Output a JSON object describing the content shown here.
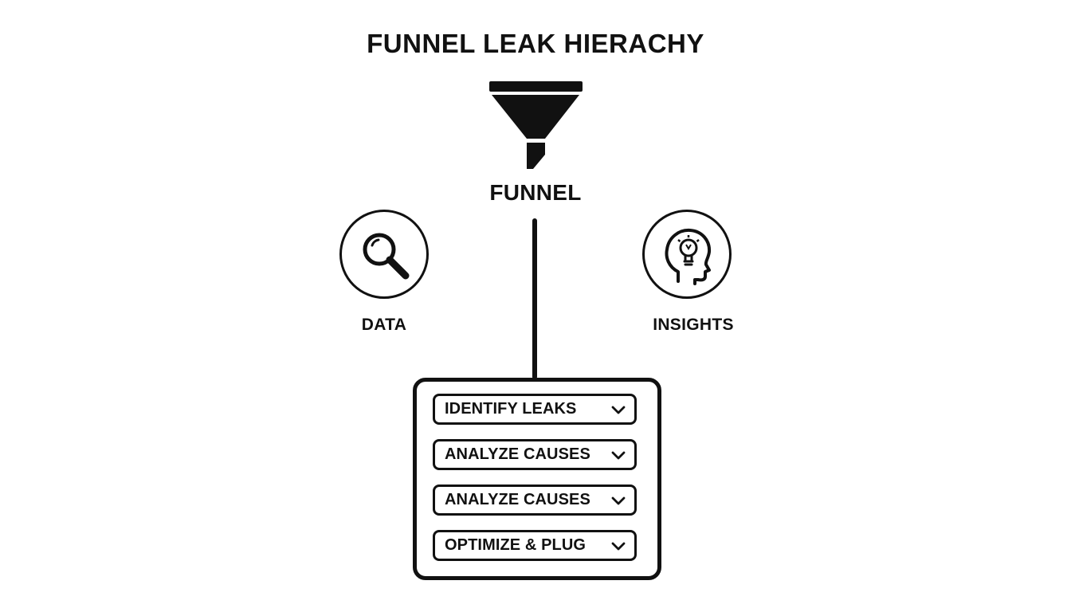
{
  "title": "FUNNEL LEAK HIERACHY",
  "funnel": {
    "label": "FUNNEL",
    "icon": "funnel-icon"
  },
  "data_node": {
    "label": "DATA",
    "icon": "magnifier-icon"
  },
  "insights_node": {
    "label": "INSIGHTS",
    "icon": "head-lightbulb-icon"
  },
  "steps": [
    {
      "label": "IDENTIFY LEAKS",
      "icon": "chevron-down-icon"
    },
    {
      "label": "ANALYZE CAUSES",
      "icon": "chevron-down-icon"
    },
    {
      "label": "ANALYZE CAUSES",
      "icon": "chevron-down-icon"
    },
    {
      "label": "OPTIMIZE & PLUG",
      "icon": "chevron-down-icon"
    }
  ],
  "colors": {
    "ink": "#111111",
    "background": "#ffffff"
  }
}
